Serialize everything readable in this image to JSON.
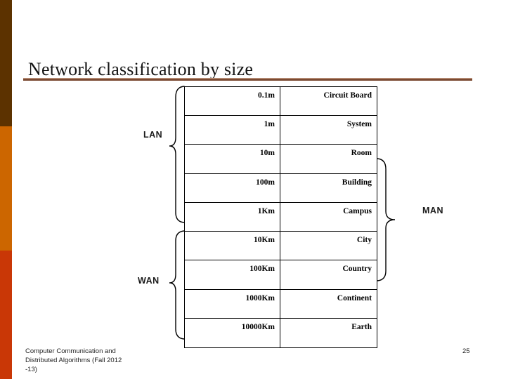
{
  "slide": {
    "title": "Network classification by size",
    "page_number": "25",
    "footer_lines": {
      "line1": "Computer Communication and",
      "line2": "Distributed Algorithms (Fall 2012",
      "line3": "-13)"
    }
  },
  "labels": {
    "lan": "LAN",
    "man": "MAN",
    "wan": "WAN"
  },
  "table": {
    "columns": [
      "distance",
      "place"
    ],
    "rows": [
      {
        "distance": "0.1m",
        "place": "Circuit Board"
      },
      {
        "distance": "1m",
        "place": "System"
      },
      {
        "distance": "10m",
        "place": "Room"
      },
      {
        "distance": "100m",
        "place": "Building"
      },
      {
        "distance": "1Km",
        "place": "Campus"
      },
      {
        "distance": "10Km",
        "place": "City"
      },
      {
        "distance": "100Km",
        "place": "Country"
      },
      {
        "distance": "1000Km",
        "place": "Continent"
      },
      {
        "distance": "10000Km",
        "place": "Earth"
      }
    ]
  },
  "colors": {
    "bar_top": "#5C3200",
    "bar_middle": "#CC6600",
    "bar_bottom": "#C93706",
    "rule_dark": "#7B4A33",
    "rule_light": "#C9A189",
    "line": "#000000"
  }
}
